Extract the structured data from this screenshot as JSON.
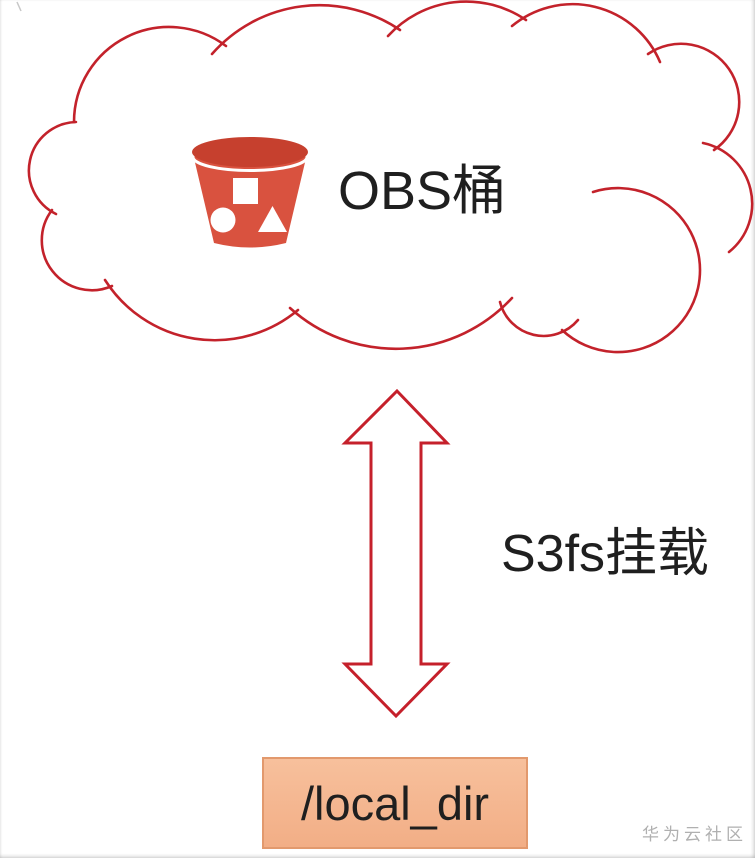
{
  "colors": {
    "cloud-stroke": "#c3222b",
    "arrow-stroke": "#c5202b",
    "bucket-body": "#d9523f",
    "bucket-lid": "#c6402e",
    "box-fill-top": "#f7c09c",
    "box-fill-bottom": "#f2ae86",
    "box-border": "#e2996d",
    "text": "#1f1f1f",
    "watermark": "#b0b0b0"
  },
  "diagram": {
    "cloud": {
      "label": "OBS桶",
      "icon": "obs-bucket-icon"
    },
    "mount": {
      "label": "S3fs挂载",
      "icon": "double-vertical-arrow"
    },
    "local_dir": {
      "label": "/local_dir"
    }
  },
  "watermark": "华为云社区"
}
